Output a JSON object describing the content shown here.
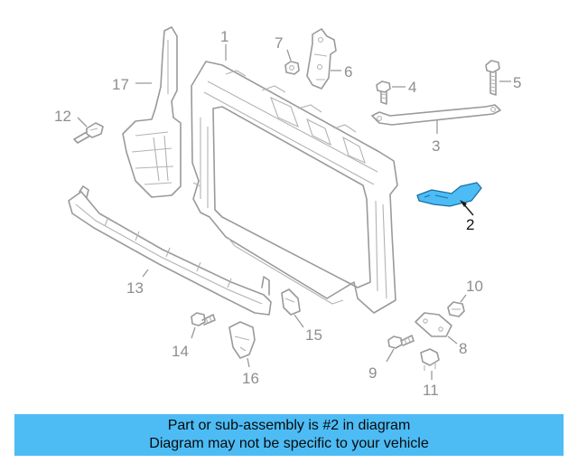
{
  "diagram": {
    "highlight_color": "#4dbcf5",
    "callouts": [
      "1",
      "2",
      "3",
      "4",
      "5",
      "6",
      "7",
      "8",
      "9",
      "10",
      "11",
      "12",
      "13",
      "14",
      "15",
      "16",
      "17"
    ],
    "highlighted_callout": "2"
  },
  "banner": {
    "line1": "Part or sub-assembly is #2 in diagram",
    "line2": "Diagram may not be specific to your vehicle",
    "background_color": "#4dbcf5"
  }
}
